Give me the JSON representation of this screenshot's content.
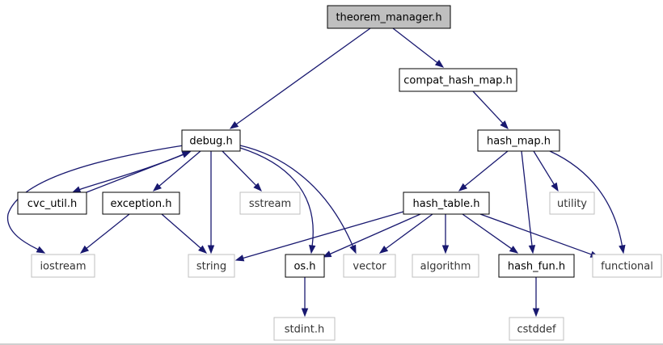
{
  "colors": {
    "edge": "#191970",
    "root_fill": "#bfbfbf",
    "root_stroke": "#000000",
    "local_stroke": "#000000",
    "external_stroke": "#bfbfbf",
    "local_text": "#000000",
    "external_text": "#333333",
    "background": "#ffffff"
  },
  "nodes": [
    {
      "id": "theorem_manager",
      "label": "theorem_manager.h",
      "kind": "root"
    },
    {
      "id": "compat_hash_map",
      "label": "compat_hash_map.h",
      "kind": "local"
    },
    {
      "id": "debug",
      "label": "debug.h",
      "kind": "local"
    },
    {
      "id": "hash_map",
      "label": "hash_map.h",
      "kind": "local"
    },
    {
      "id": "cvc_util",
      "label": "cvc_util.h",
      "kind": "local"
    },
    {
      "id": "exception",
      "label": "exception.h",
      "kind": "local"
    },
    {
      "id": "sstream",
      "label": "sstream",
      "kind": "external"
    },
    {
      "id": "hash_table",
      "label": "hash_table.h",
      "kind": "local"
    },
    {
      "id": "utility",
      "label": "utility",
      "kind": "external"
    },
    {
      "id": "iostream",
      "label": "iostream",
      "kind": "external"
    },
    {
      "id": "string",
      "label": "string",
      "kind": "external"
    },
    {
      "id": "os",
      "label": "os.h",
      "kind": "local"
    },
    {
      "id": "vector",
      "label": "vector",
      "kind": "external"
    },
    {
      "id": "algorithm",
      "label": "algorithm",
      "kind": "external"
    },
    {
      "id": "hash_fun",
      "label": "hash_fun.h",
      "kind": "local"
    },
    {
      "id": "functional",
      "label": "functional",
      "kind": "external"
    },
    {
      "id": "stdint",
      "label": "stdint.h",
      "kind": "external"
    },
    {
      "id": "cstddef",
      "label": "cstddef",
      "kind": "external"
    }
  ],
  "edges": [
    {
      "from": "theorem_manager",
      "to": "debug"
    },
    {
      "from": "theorem_manager",
      "to": "compat_hash_map"
    },
    {
      "from": "compat_hash_map",
      "to": "hash_map"
    },
    {
      "from": "debug",
      "to": "iostream"
    },
    {
      "from": "debug",
      "to": "cvc_util"
    },
    {
      "from": "cvc_util",
      "to": "debug"
    },
    {
      "from": "debug",
      "to": "exception"
    },
    {
      "from": "debug",
      "to": "string"
    },
    {
      "from": "debug",
      "to": "sstream"
    },
    {
      "from": "debug",
      "to": "os"
    },
    {
      "from": "debug",
      "to": "vector"
    },
    {
      "from": "exception",
      "to": "iostream"
    },
    {
      "from": "exception",
      "to": "string"
    },
    {
      "from": "hash_map",
      "to": "hash_table"
    },
    {
      "from": "hash_map",
      "to": "hash_fun"
    },
    {
      "from": "hash_map",
      "to": "utility"
    },
    {
      "from": "hash_map",
      "to": "functional"
    },
    {
      "from": "hash_table",
      "to": "string"
    },
    {
      "from": "hash_table",
      "to": "os"
    },
    {
      "from": "hash_table",
      "to": "vector"
    },
    {
      "from": "hash_table",
      "to": "algorithm"
    },
    {
      "from": "hash_table",
      "to": "hash_fun"
    },
    {
      "from": "hash_table",
      "to": "functional"
    },
    {
      "from": "os",
      "to": "stdint"
    },
    {
      "from": "hash_fun",
      "to": "cstddef"
    }
  ]
}
